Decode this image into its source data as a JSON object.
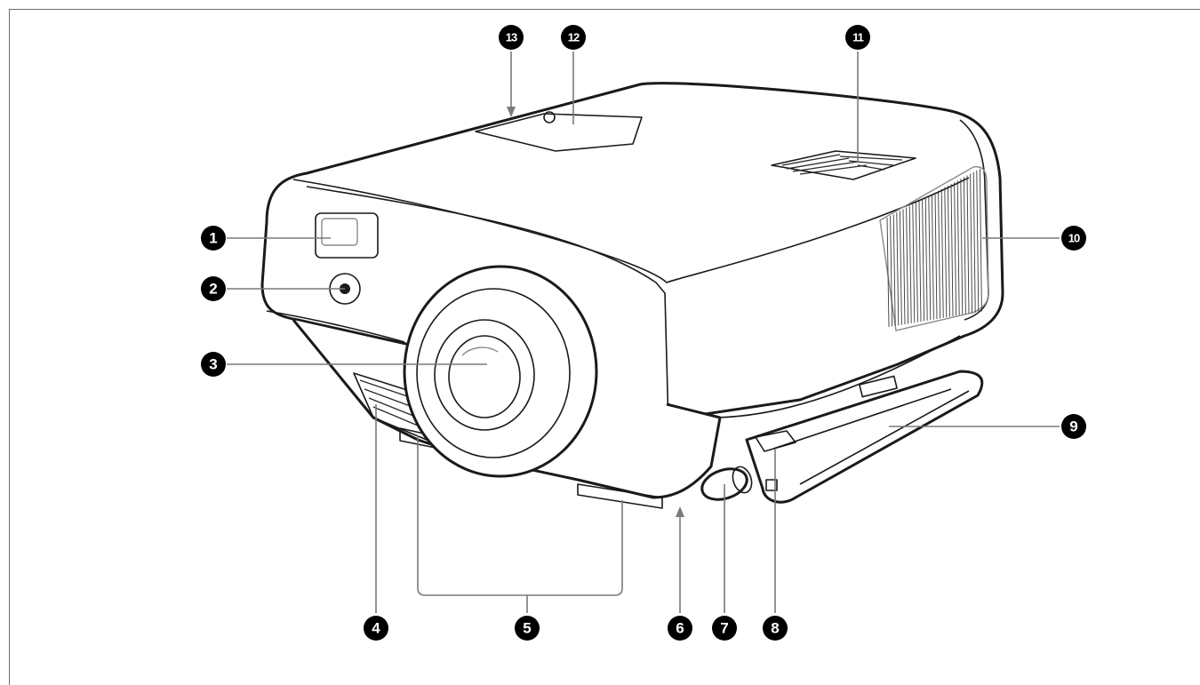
{
  "figure": {
    "subject": "projector-front-view",
    "callouts": [
      {
        "id": 1,
        "label": "1"
      },
      {
        "id": 2,
        "label": "2"
      },
      {
        "id": 3,
        "label": "3"
      },
      {
        "id": 4,
        "label": "4"
      },
      {
        "id": 5,
        "label": "5"
      },
      {
        "id": 6,
        "label": "6"
      },
      {
        "id": 7,
        "label": "7"
      },
      {
        "id": 8,
        "label": "8"
      },
      {
        "id": 9,
        "label": "9"
      },
      {
        "id": 10,
        "label": "10"
      },
      {
        "id": 11,
        "label": "11"
      },
      {
        "id": 12,
        "label": "12"
      },
      {
        "id": 13,
        "label": "13"
      }
    ],
    "colors": {
      "badge": "#000000",
      "badge_text": "#ffffff",
      "leader": "#7a7a7a",
      "outline": "#1a1a1a"
    }
  }
}
